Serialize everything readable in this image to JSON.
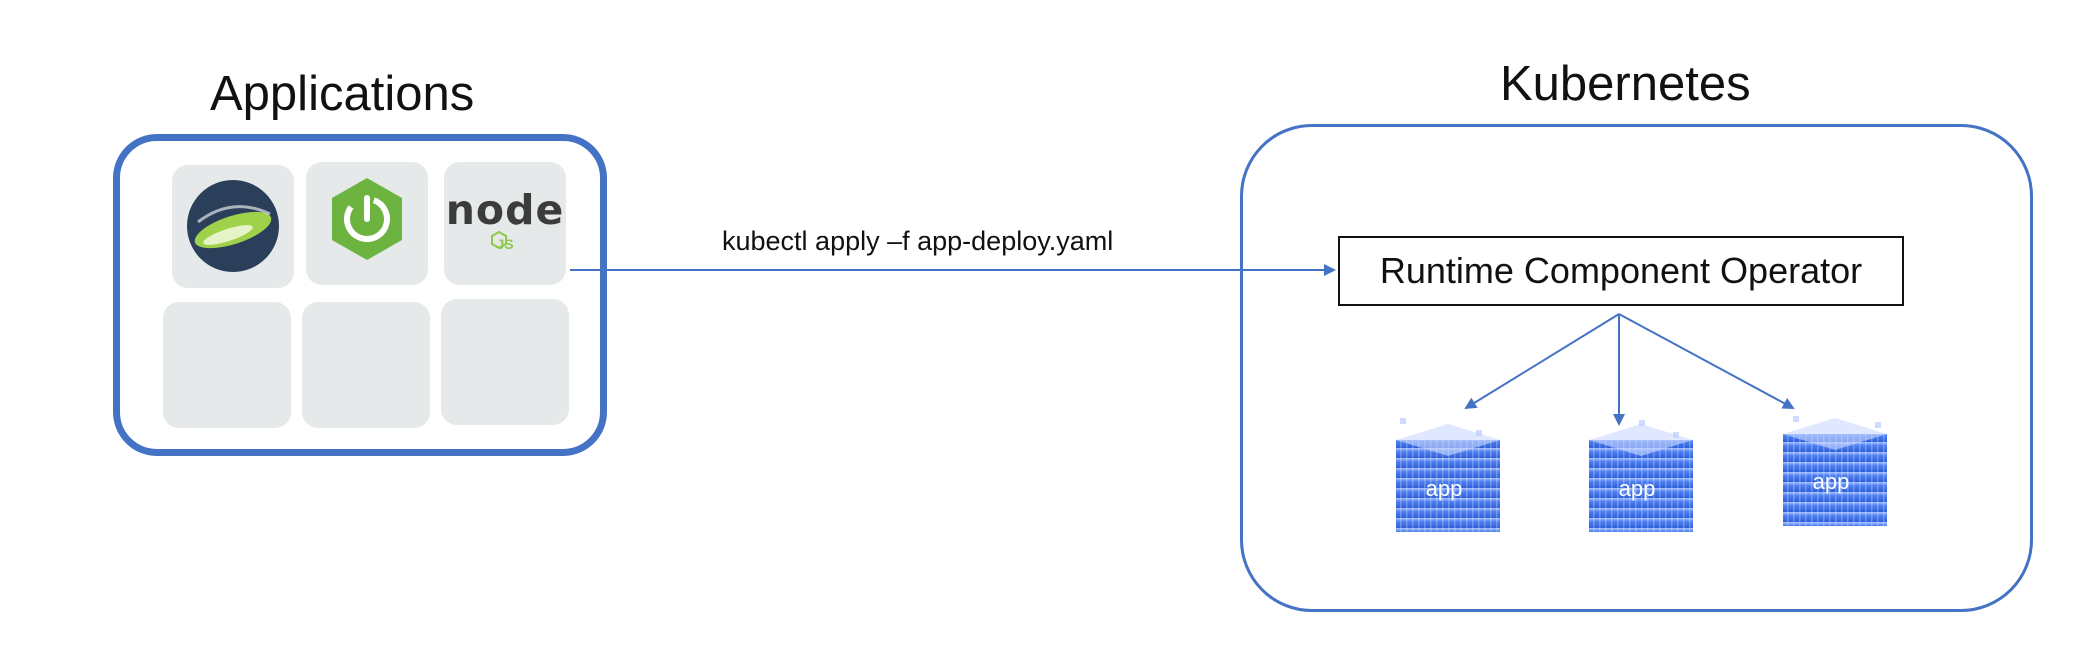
{
  "titles": {
    "applications": "Applications",
    "kubernetes": "Kubernetes"
  },
  "command": "kubectl apply –f app-deploy.yaml",
  "operator": "Runtime Component Operator",
  "app_labels": [
    "app",
    "app",
    "app"
  ],
  "node_logo": {
    "text": "node",
    "sub": "JS"
  },
  "colors": {
    "accent_blue": "#4472c4",
    "tile_gray": "#e6e9e9",
    "spring_green": "#6db33f",
    "app_cube_blue": "#3c6ee6"
  },
  "icons": [
    "open-liberty-icon",
    "spring-boot-icon",
    "nodejs-icon",
    "app-container-icon"
  ]
}
